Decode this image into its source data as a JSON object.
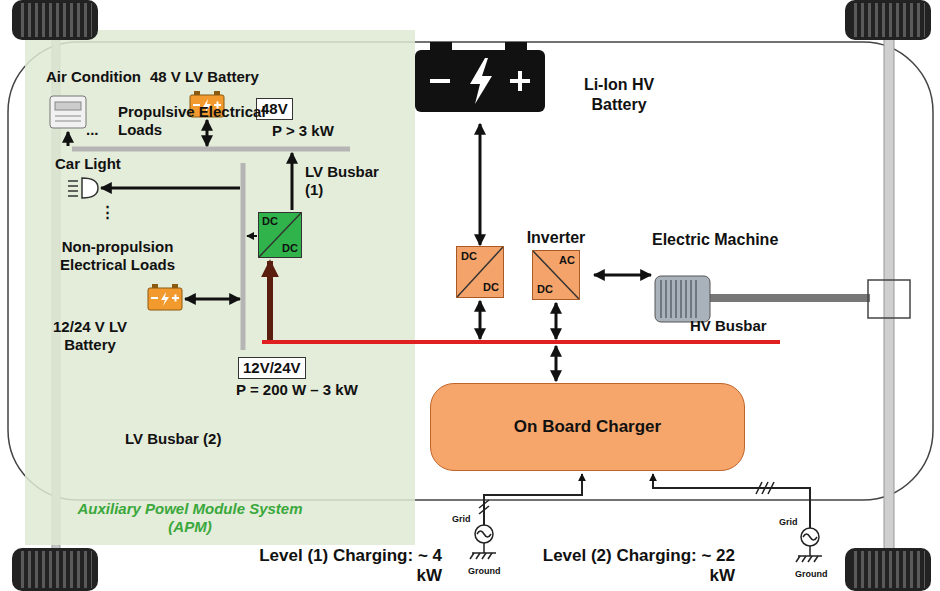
{
  "diagram": {
    "nodes": [
      {
        "text": [
          "Auxiliary Powel Module System (APM)"
        ]
      },
      {
        "text": [
          "Air Condition"
        ],
        "in": 0
      },
      {
        "text": [
          "48 V LV Battery"
        ],
        "in": 0
      },
      {
        "text": [
          "48V"
        ],
        "in": 0
      },
      {
        "text": [
          "Car Light"
        ],
        "in": 0
      },
      {
        "text": [
          "DC",
          "DC"
        ],
        "in": 0
      },
      {
        "text": [
          "12/24 V LV Battery"
        ],
        "in": 0
      },
      {
        "text": [
          "12V/24V"
        ],
        "in": 0
      },
      {
        "text": [
          "Li-Ion HV Battery"
        ]
      },
      {
        "text": [
          "DC",
          "DC"
        ]
      },
      {
        "text": [
          "Inverter",
          "AC",
          "DC"
        ]
      },
      {
        "text": [
          "Electric Machine"
        ]
      },
      {
        "text": [
          "On Board Charger"
        ]
      }
    ],
    "edges": [
      {
        "from": 8,
        "to": 9,
        "arrow": "both"
      },
      {
        "from": 10,
        "to": 11,
        "arrow": "both"
      }
    ],
    "labels": [
      "Propulsive Electrical Loads",
      "...",
      "P > 3 kW",
      "LV Busbar (1)",
      "⋮",
      "Non-propulsion Electrical Loads",
      "P = 200 W – 3 kW",
      "LV Busbar (2)",
      "HV Busbar",
      "Grid",
      "Ground",
      "Grid",
      "Ground",
      "Level (1) Charging: ~ 4 kW",
      "Level (2) Charging: ~ 22 kW"
    ]
  }
}
